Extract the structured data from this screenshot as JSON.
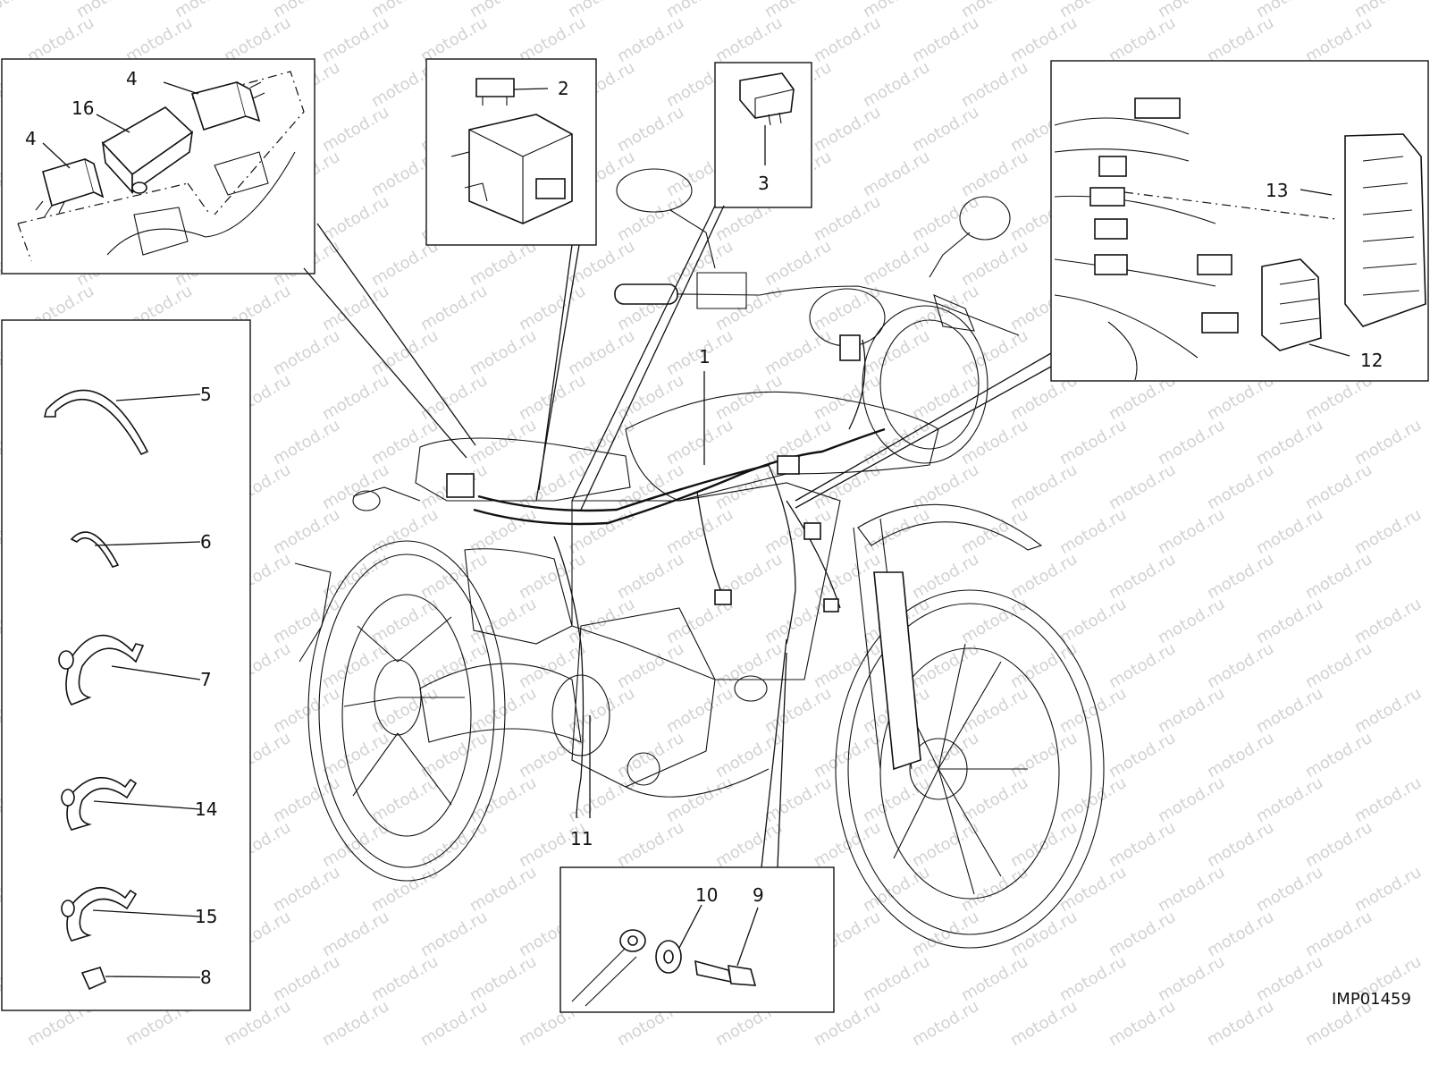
{
  "watermark": {
    "text": "motod.ru",
    "color": "#d2d2d2"
  },
  "reference_code": "IMP01459",
  "callouts": {
    "c1": "1",
    "c2": "2",
    "c3": "3",
    "c4a": "4",
    "c4b": "4",
    "c5": "5",
    "c6": "6",
    "c7": "7",
    "c8": "8",
    "c9": "9",
    "c10": "10",
    "c11": "11",
    "c12": "12",
    "c13": "13",
    "c14": "14",
    "c15": "15",
    "c16": "16"
  }
}
